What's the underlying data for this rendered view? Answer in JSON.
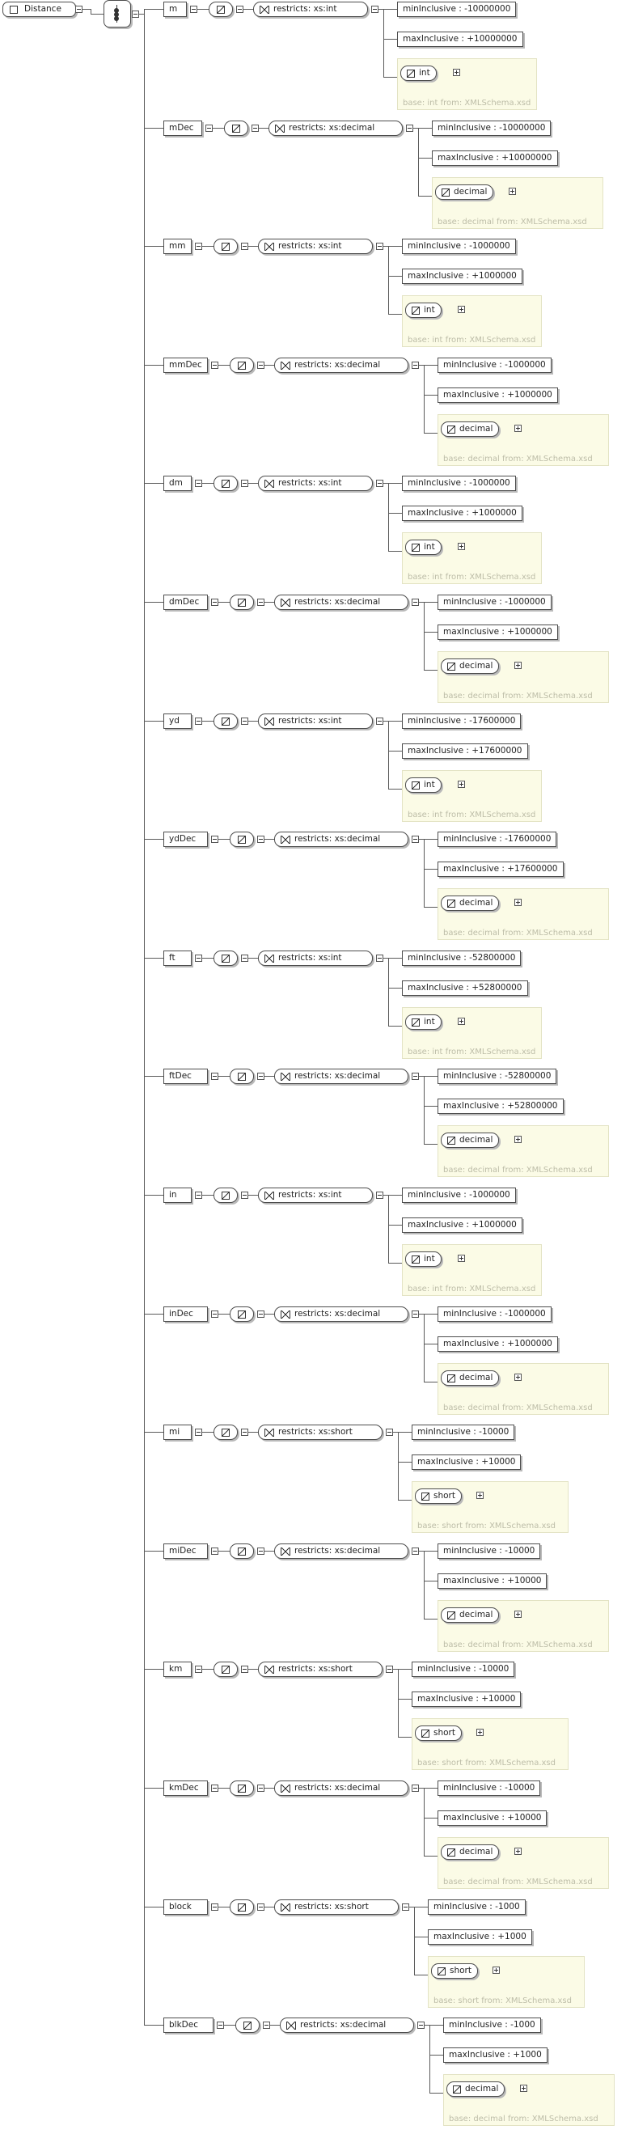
{
  "root": {
    "name": "Distance"
  },
  "elements": [
    {
      "name": "m",
      "restriction": "restricts: xs:int",
      "min": "minInclusive : -10000000",
      "max": "maxInclusive : +10000000",
      "base_type": "int",
      "base_note": "base: int from: XMLSchema.xsd"
    },
    {
      "name": "mDec",
      "restriction": "restricts: xs:decimal",
      "min": "minInclusive : -10000000",
      "max": "maxInclusive : +10000000",
      "base_type": "decimal",
      "base_note": "base: decimal from: XMLSchema.xsd"
    },
    {
      "name": "mm",
      "restriction": "restricts: xs:int",
      "min": "minInclusive : -1000000",
      "max": "maxInclusive : +1000000",
      "base_type": "int",
      "base_note": "base: int from: XMLSchema.xsd"
    },
    {
      "name": "mmDec",
      "restriction": "restricts: xs:decimal",
      "min": "minInclusive : -1000000",
      "max": "maxInclusive : +1000000",
      "base_type": "decimal",
      "base_note": "base: decimal from: XMLSchema.xsd"
    },
    {
      "name": "dm",
      "restriction": "restricts: xs:int",
      "min": "minInclusive : -1000000",
      "max": "maxInclusive : +1000000",
      "base_type": "int",
      "base_note": "base: int from: XMLSchema.xsd"
    },
    {
      "name": "dmDec",
      "restriction": "restricts: xs:decimal",
      "min": "minInclusive : -1000000",
      "max": "maxInclusive : +1000000",
      "base_type": "decimal",
      "base_note": "base: decimal from: XMLSchema.xsd"
    },
    {
      "name": "yd",
      "restriction": "restricts: xs:int",
      "min": "minInclusive : -17600000",
      "max": "maxInclusive : +17600000",
      "base_type": "int",
      "base_note": "base: int from: XMLSchema.xsd"
    },
    {
      "name": "ydDec",
      "restriction": "restricts: xs:decimal",
      "min": "minInclusive : -17600000",
      "max": "maxInclusive : +17600000",
      "base_type": "decimal",
      "base_note": "base: decimal from: XMLSchema.xsd"
    },
    {
      "name": "ft",
      "restriction": "restricts: xs:int",
      "min": "minInclusive : -52800000",
      "max": "maxInclusive : +52800000",
      "base_type": "int",
      "base_note": "base: int from: XMLSchema.xsd"
    },
    {
      "name": "ftDec",
      "restriction": "restricts: xs:decimal",
      "min": "minInclusive : -52800000",
      "max": "maxInclusive : +52800000",
      "base_type": "decimal",
      "base_note": "base: decimal from: XMLSchema.xsd"
    },
    {
      "name": "in",
      "restriction": "restricts: xs:int",
      "min": "minInclusive : -1000000",
      "max": "maxInclusive : +1000000",
      "base_type": "int",
      "base_note": "base: int from: XMLSchema.xsd"
    },
    {
      "name": "inDec",
      "restriction": "restricts: xs:decimal",
      "min": "minInclusive : -1000000",
      "max": "maxInclusive : +1000000",
      "base_type": "decimal",
      "base_note": "base: decimal from: XMLSchema.xsd"
    },
    {
      "name": "mi",
      "restriction": "restricts: xs:short",
      "min": "minInclusive : -10000",
      "max": "maxInclusive : +10000",
      "base_type": "short",
      "base_note": "base: short from: XMLSchema.xsd"
    },
    {
      "name": "miDec",
      "restriction": "restricts: xs:decimal",
      "min": "minInclusive : -10000",
      "max": "maxInclusive : +10000",
      "base_type": "decimal",
      "base_note": "base: decimal from: XMLSchema.xsd"
    },
    {
      "name": "km",
      "restriction": "restricts: xs:short",
      "min": "minInclusive : -10000",
      "max": "maxInclusive : +10000",
      "base_type": "short",
      "base_note": "base: short from: XMLSchema.xsd"
    },
    {
      "name": "kmDec",
      "restriction": "restricts: xs:decimal",
      "min": "minInclusive : -10000",
      "max": "maxInclusive : +10000",
      "base_type": "decimal",
      "base_note": "base: decimal from: XMLSchema.xsd"
    },
    {
      "name": "block",
      "restriction": "restricts: xs:short",
      "min": "minInclusive : -1000",
      "max": "maxInclusive : +1000",
      "base_type": "short",
      "base_note": "base: short from: XMLSchema.xsd"
    },
    {
      "name": "blkDec",
      "restriction": "restricts: xs:decimal",
      "min": "minInclusive : -1000",
      "max": "maxInclusive : +1000",
      "base_type": "decimal",
      "base_note": "base: decimal from: XMLSchema.xsd"
    }
  ]
}
